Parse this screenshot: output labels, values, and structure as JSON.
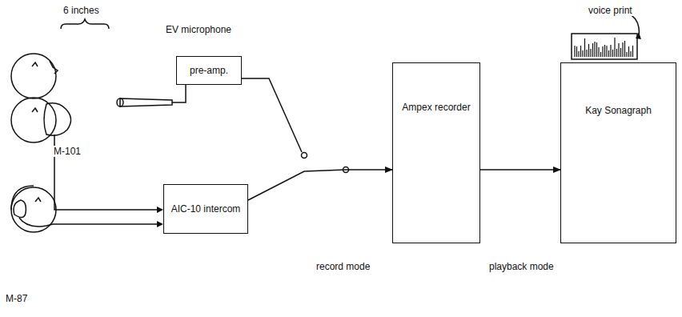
{
  "diagram": {
    "nodes": [
      {
        "text": [
          "pre-amp."
        ]
      },
      {
        "text": [
          "AIC-10 intercom"
        ]
      },
      {
        "text": [
          "Ampex recorder"
        ]
      },
      {
        "text": [
          "Kay Sonagraph"
        ]
      }
    ],
    "edges": [
      {
        "from": 1,
        "to": 2,
        "arrow": "to"
      },
      {
        "from": 2,
        "to": 3,
        "arrow": "to"
      }
    ],
    "labels": [
      "6 inches",
      "EV microphone",
      "M-101",
      "M-87",
      "record mode",
      "playback mode",
      "voice print"
    ]
  }
}
